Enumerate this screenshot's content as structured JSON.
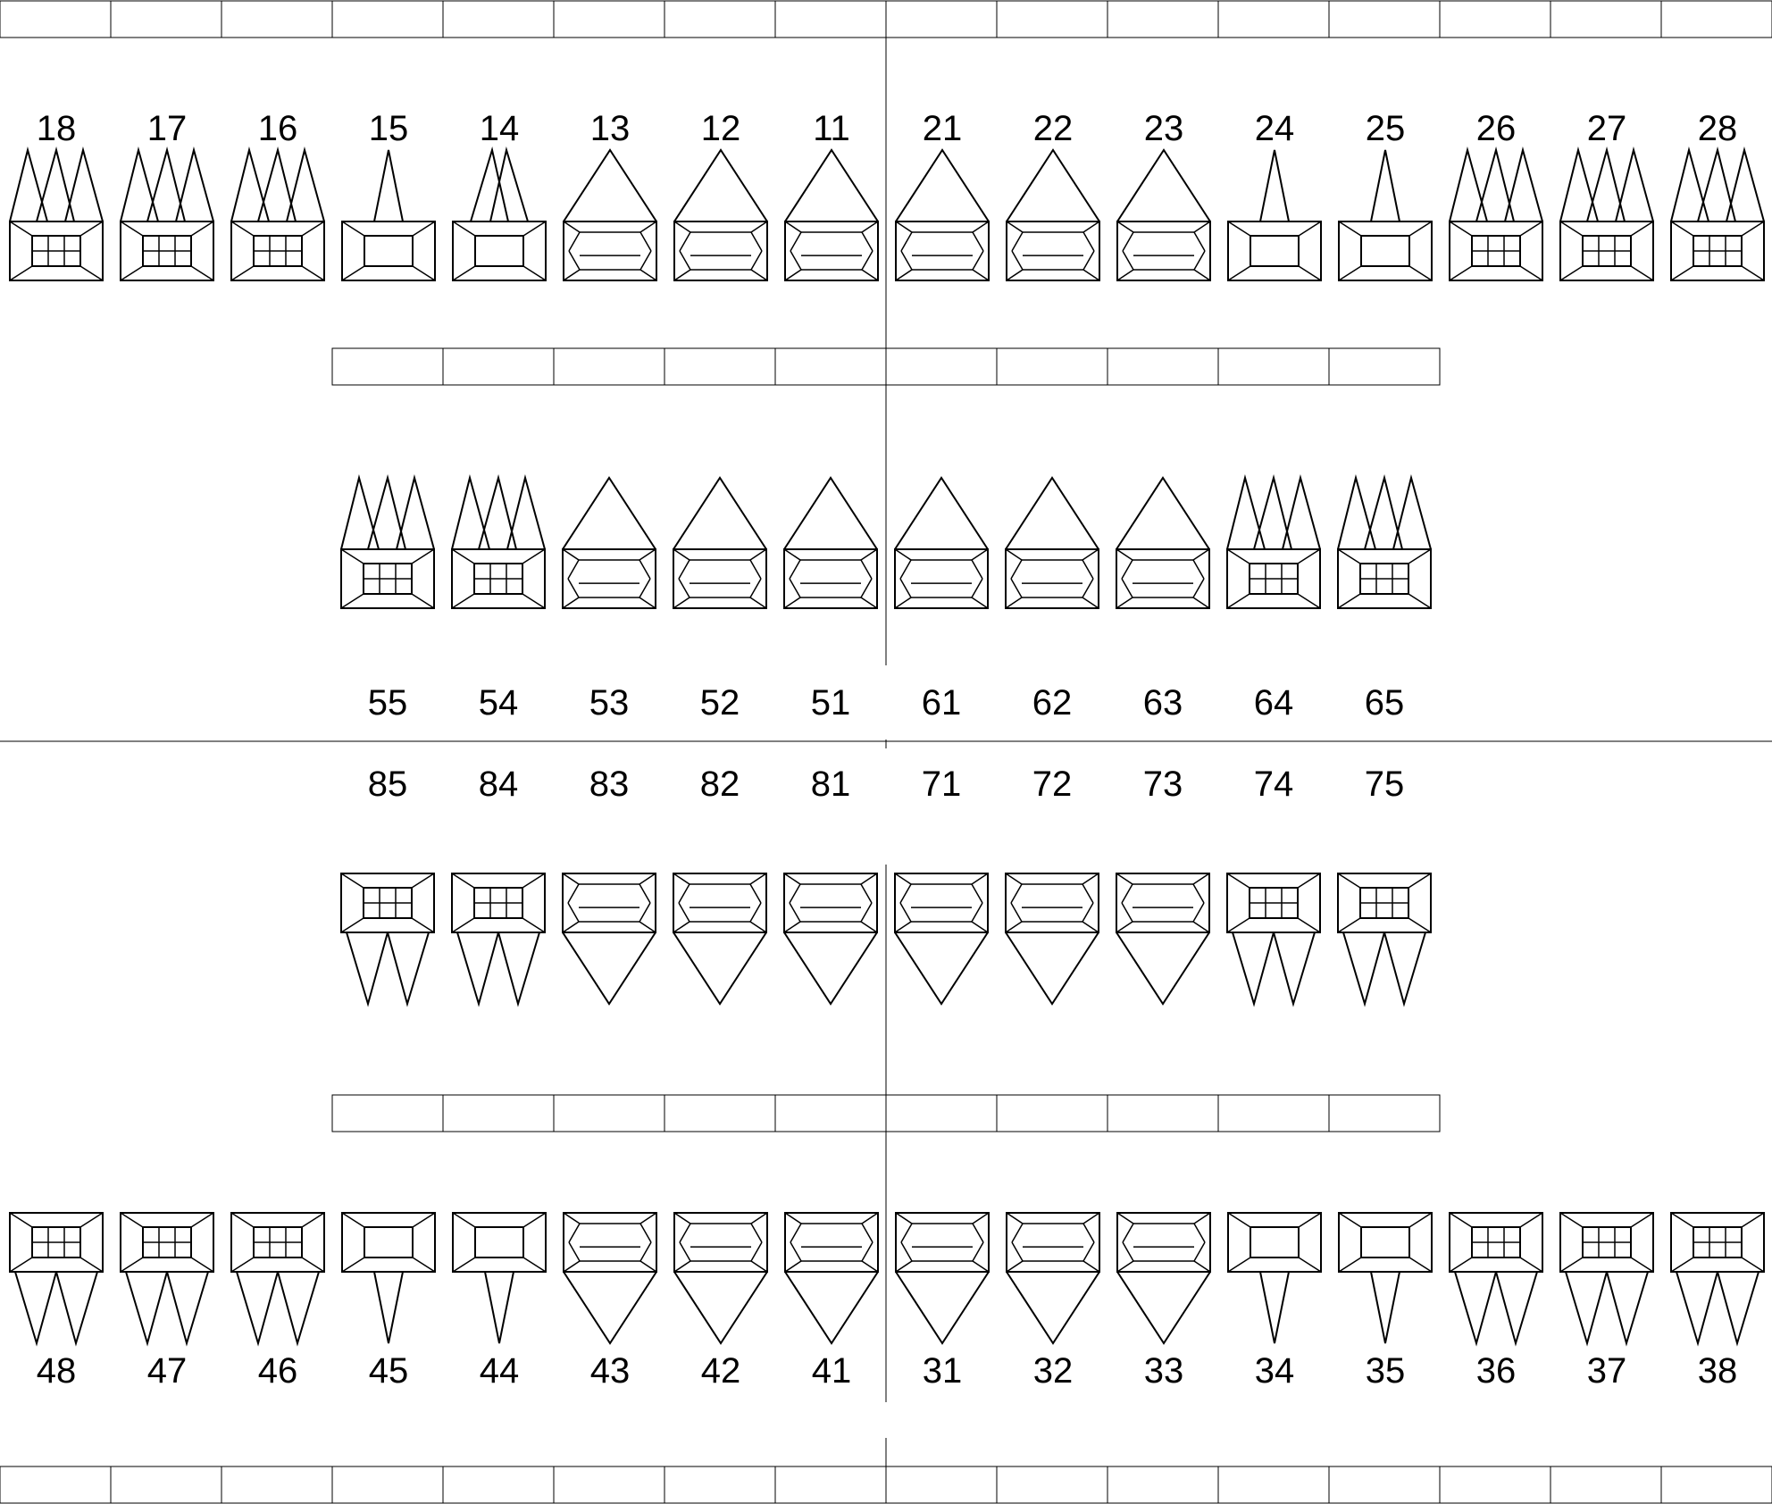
{
  "diagram": {
    "type": "dental-chart",
    "upper_permanent": [
      "18",
      "17",
      "16",
      "15",
      "14",
      "13",
      "12",
      "11",
      "21",
      "22",
      "23",
      "24",
      "25",
      "26",
      "27",
      "28"
    ],
    "upper_primary": [
      "55",
      "54",
      "53",
      "52",
      "51",
      "61",
      "62",
      "63",
      "64",
      "65"
    ],
    "lower_primary": [
      "85",
      "84",
      "83",
      "82",
      "81",
      "71",
      "72",
      "73",
      "74",
      "75"
    ],
    "lower_permanent": [
      "48",
      "47",
      "46",
      "45",
      "44",
      "43",
      "42",
      "41",
      "31",
      "32",
      "33",
      "34",
      "35",
      "36",
      "37",
      "38"
    ],
    "tooth_types": {
      "permanent": [
        "molar",
        "molar",
        "molar",
        "premolar",
        "premolar",
        "canine",
        "incisor",
        "incisor",
        "incisor",
        "incisor",
        "canine",
        "premolar",
        "premolar",
        "molar",
        "molar",
        "molar"
      ],
      "primary": [
        "molar",
        "molar",
        "canine",
        "incisor",
        "incisor",
        "incisor",
        "incisor",
        "canine",
        "molar",
        "molar"
      ]
    },
    "line_color": "#000000"
  }
}
